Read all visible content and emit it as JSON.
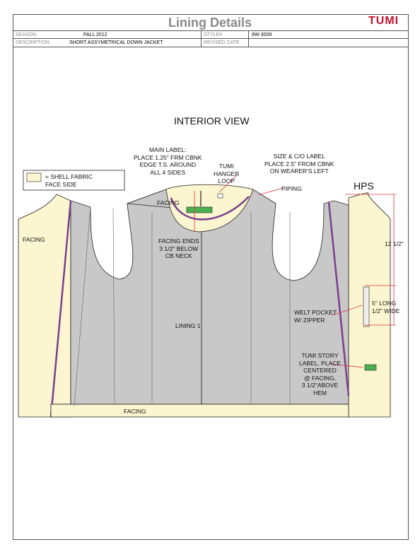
{
  "header": {
    "title": "Lining Details",
    "logo": "TUMI",
    "season_label": "SEASON",
    "season_value": "FALL 2012",
    "style_label": "STYLE#",
    "style_value": "8W-3009",
    "description_label": "DESCRIPTION",
    "description_value": "SHORT ASSYMETRICAL DOWN JACKET",
    "revised_label": "REVISED DATE",
    "revised_value": ""
  },
  "drawing": {
    "view_title": "INTERIOR VIEW",
    "legend": [
      "= SHELL FABRIC",
      "FACE SIDE"
    ],
    "main_label": [
      "MAIN LABEL:",
      "PLACE 1.25\" FRM CBNK",
      "EDGE T.S. AROUND",
      "ALL 4 SIDES"
    ],
    "hanger_loop": [
      "TUMI",
      "HANGER",
      "LOOP"
    ],
    "size_label": [
      "SIZE & C/O LABEL",
      "PLACE 2.5\" FROM CBNK",
      "ON WEARER'S LEFT"
    ],
    "piping": "PIPING",
    "hps": "HPS",
    "facing_collar": "FACING",
    "facing_left": "FACING",
    "facing_bottom": "FACING",
    "facing_ends": [
      "FACING ENDS",
      "3 1/2\" BELOW",
      "CB NECK"
    ],
    "lining": "LINING 1",
    "dim_length": "12 1/2\"",
    "pocket_dim": [
      "5\" LONG",
      "1/2\" WIDE"
    ],
    "welt_pocket": [
      "WELT POCKET",
      "W/ ZIPPER"
    ],
    "story_label": [
      "TUMI STORY",
      "LABEL. PLACE",
      "CENTERED",
      "@ FACING,",
      "3 1/2\"ABOVE",
      "HEM"
    ],
    "colors": {
      "shell": "#fbf6cf",
      "lining": "#c8c8c8",
      "piping": "#7a3f8f",
      "dimension": "#e0303a",
      "label_green": "#4caf50"
    }
  }
}
